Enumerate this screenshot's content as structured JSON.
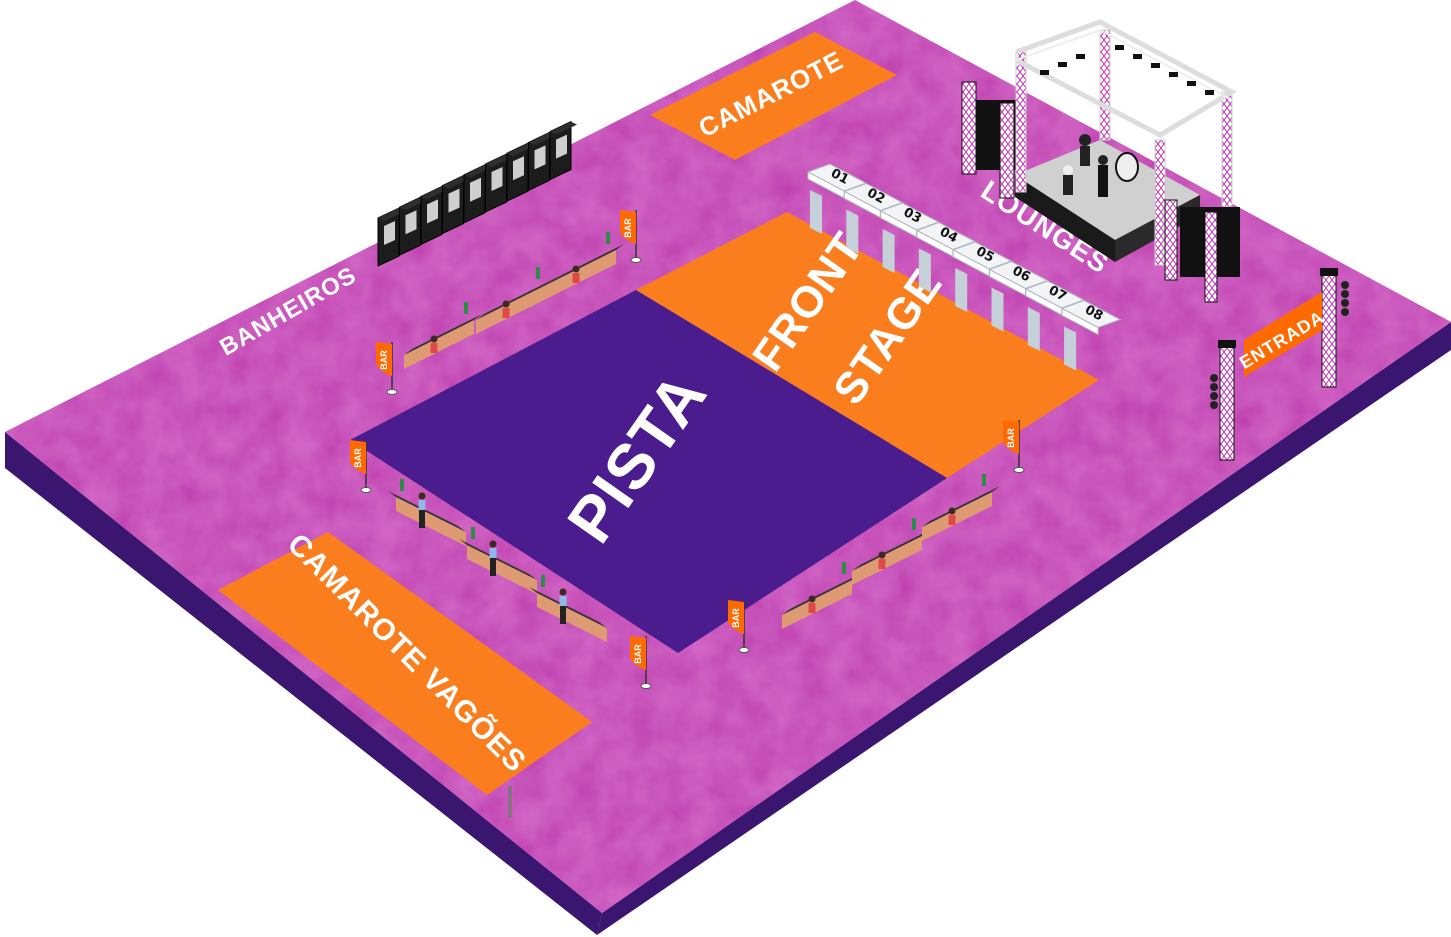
{
  "map": {
    "title": "Event venue map",
    "colors": {
      "floor": "#BE3CAE",
      "floor_side": "#3A1670",
      "pista": "#4A1C8E",
      "zone_orange": "#FA7E1E",
      "text": "#FFFFFF"
    }
  },
  "zones": {
    "pista": {
      "label": "PISTA"
    },
    "front_stage": {
      "line1": "FRONT",
      "line2": "STAGE"
    },
    "camarote": {
      "label": "CAMAROTE"
    },
    "camarote_vagoes": {
      "label": "CAMAROTE VAGÕES"
    },
    "lounges": {
      "label": "LOUNGES",
      "numbers": [
        "01",
        "02",
        "03",
        "04",
        "05",
        "06",
        "07",
        "08"
      ]
    },
    "banheiros": {
      "label": "BANHEIROS",
      "cabins": 9
    },
    "entrada": {
      "label": "ENTRADA"
    },
    "stage": {
      "label": "Main stage with band"
    }
  },
  "bars": {
    "flag_label": "BAR",
    "flag_count": 6
  }
}
